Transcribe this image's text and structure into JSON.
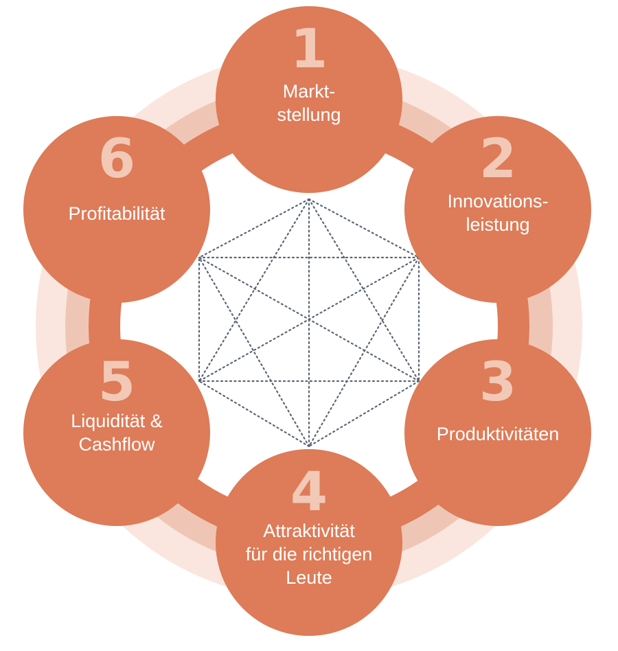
{
  "diagram": {
    "colors": {
      "circle": "#DE7B58",
      "number": "#F2C9B6",
      "label": "#FFFFFF",
      "ring_outer": "#FAE6DE",
      "ring_mid": "#EFC6B5",
      "ring_inner": "#DE7B58",
      "network_lines": "#5B6574"
    },
    "nodes": [
      {
        "number": "1",
        "label_lines": [
          "Markt-",
          "stellung"
        ]
      },
      {
        "number": "2",
        "label_lines": [
          "Innovations-",
          "leistung"
        ]
      },
      {
        "number": "3",
        "label_lines": [
          "Produktivitäten"
        ]
      },
      {
        "number": "4",
        "label_lines": [
          "Attraktivität",
          "für die richtigen",
          "Leute"
        ]
      },
      {
        "number": "5",
        "label_lines": [
          "Liquidität &",
          "Cashflow"
        ]
      },
      {
        "number": "6",
        "label_lines": [
          "Profitabilität"
        ]
      }
    ]
  }
}
